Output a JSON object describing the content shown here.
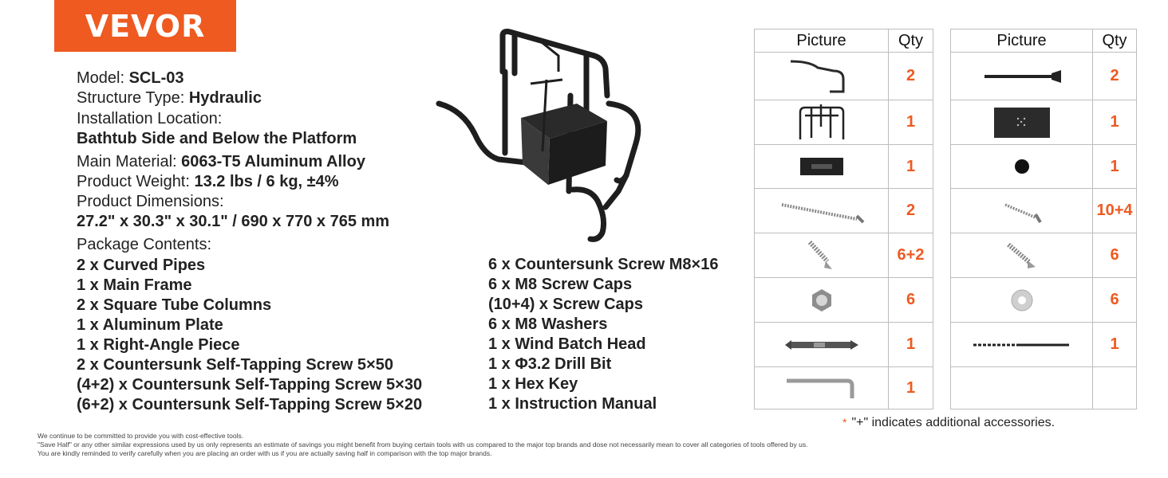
{
  "brand": {
    "name": "VEVOR",
    "color": "#ee5a20"
  },
  "specs": [
    {
      "label": "Model: ",
      "value": "SCL-03"
    },
    {
      "label": "Structure Type: ",
      "value": "Hydraulic"
    },
    {
      "label": "Installation Location:",
      "value": ""
    },
    {
      "label": "",
      "value": "Bathtub Side and Below the Platform"
    },
    {
      "label": "Main Material: ",
      "value": "6063-T5 Aluminum Alloy"
    },
    {
      "label": "Product Weight: ",
      "value": "13.2 lbs / 6 kg, ±4%"
    },
    {
      "label": "Product Dimensions:",
      "value": ""
    },
    {
      "label": "",
      "value": "27.2\" x 30.3\" x 30.1\" / 690 x 770 x 765 mm"
    },
    {
      "label": "Package Contents:",
      "value": ""
    }
  ],
  "contents_left": [
    "2 x Curved Pipes",
    "1 x Main Frame",
    "2 x Square Tube Columns",
    "1 x Aluminum Plate",
    "1 x Right-Angle Piece",
    "2 x Countersunk Self-Tapping Screw 5×50",
    "(4+2) x Countersunk Self-Tapping Screw 5×30",
    "(6+2) x Countersunk Self-Tapping Screw 5×20"
  ],
  "contents_right": [
    "6 x Countersunk Screw M8×16",
    "6 x M8 Screw Caps",
    "(10+4) x Screw Caps",
    "6 x M8 Washers",
    "1 x Wind Batch Head",
    "1 x Φ3.2 Drill Bit",
    "1 x Hex Key",
    "1 x Instruction Manual"
  ],
  "table": {
    "header_picture": "Picture",
    "header_qty": "Qty",
    "rows": [
      {
        "left_icon": "curved-pipe-icon",
        "left_qty": "2",
        "right_icon": "square-tube-column-icon",
        "right_qty": "2"
      },
      {
        "left_icon": "main-frame-icon",
        "left_qty": "1",
        "right_icon": "aluminum-plate-icon",
        "right_qty": "1"
      },
      {
        "left_icon": "right-angle-piece-icon",
        "left_qty": "1",
        "right_icon": "screw-cap-icon",
        "right_qty": "1"
      },
      {
        "left_icon": "long-screw-icon",
        "left_qty": "2",
        "right_icon": "medium-screw-icon",
        "right_qty": "10+4"
      },
      {
        "left_icon": "self-tapping-screw-icon",
        "left_qty": "6+2",
        "right_icon": "countersunk-screw-icon",
        "right_qty": "6"
      },
      {
        "left_icon": "m8-screw-cap-icon",
        "left_qty": "6",
        "right_icon": "washer-icon",
        "right_qty": "6"
      },
      {
        "left_icon": "screwdriver-bit-icon",
        "left_qty": "1",
        "right_icon": "drill-bit-icon",
        "right_qty": "1"
      },
      {
        "left_icon": "hex-key-icon",
        "left_qty": "1",
        "right_icon": "",
        "right_qty": ""
      }
    ]
  },
  "note": "\"+\" indicates additional accessories.",
  "disclaimer": [
    "We continue to be committed to provide you with cost-effective tools.",
    "\"Save Half\" or any other similar expressions used by us only represents an estimate of savings you might benefit from buying certain tools with us compared to the major top brands and dose not necessarily mean to cover all categories of tools offered by us.",
    "You are kindly reminded to verify carefully when you are placing an order with us if you are actually saving half in comparison with the top major brands."
  ]
}
